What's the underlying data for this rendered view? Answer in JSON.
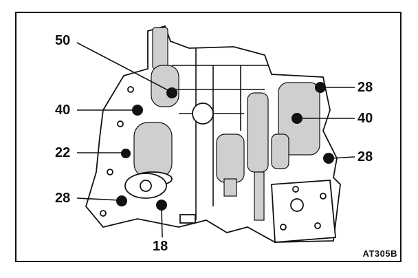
{
  "callouts": {
    "c50": "50",
    "c40_left": "40",
    "c22": "22",
    "c28_left": "28",
    "c18": "18",
    "c28_top_right": "28",
    "c40_right": "40",
    "c28_bottom_right": "28"
  },
  "figure_code": "AT305B",
  "colors": {
    "ink": "#111111",
    "paper": "#ffffff",
    "shading": "#cfcfcf"
  }
}
